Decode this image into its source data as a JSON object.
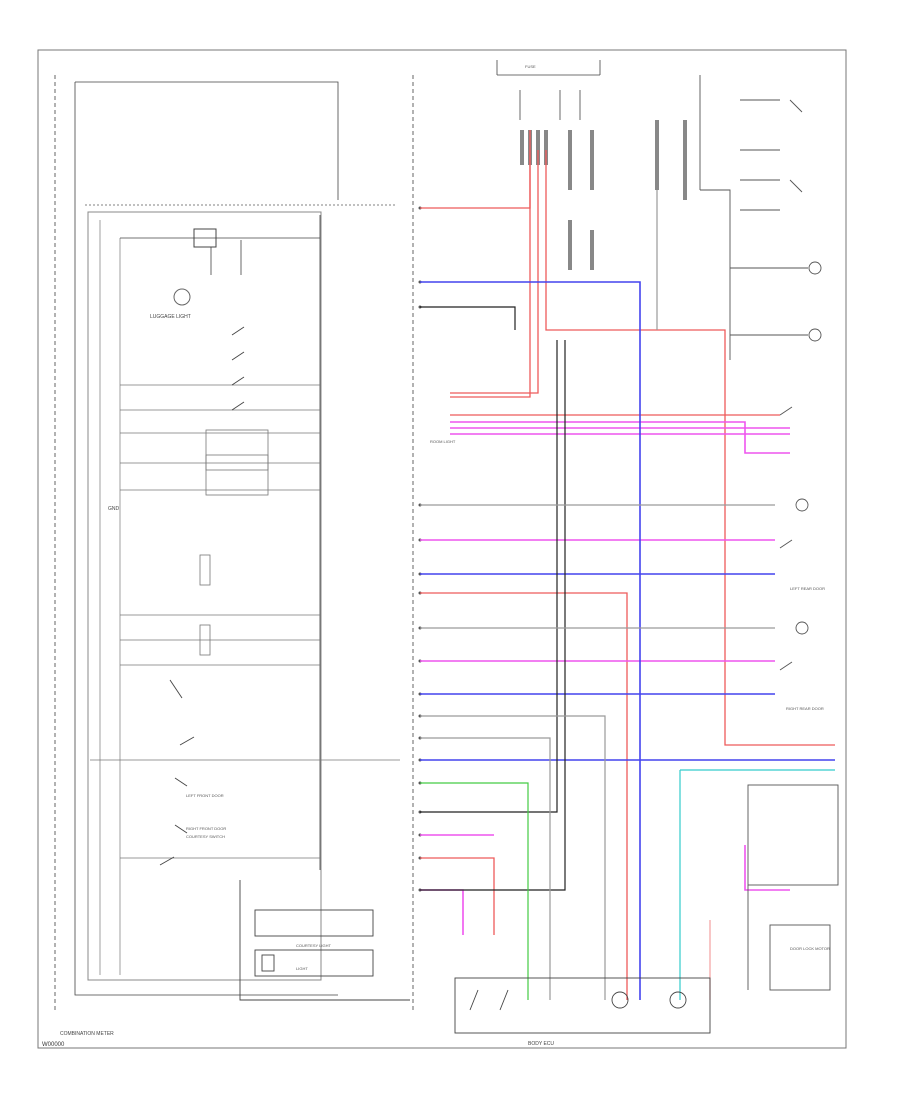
{
  "labels": {
    "combination_meter": "COMBINATION METER",
    "body_ecu": "BODY ECU",
    "light": "LIGHT",
    "fuse": "FUSE",
    "page_code": "W00000",
    "left_front_door": "LEFT FRONT DOOR",
    "right_front_door": "RIGHT FRONT DOOR",
    "courtesy_switch": "COURTESY SWITCH",
    "left_rear_door": "LEFT REAR DOOR",
    "right_rear_door": "RIGHT REAR DOOR",
    "luggage_light": "LUGGAGE LIGHT",
    "room_light": "ROOM LIGHT",
    "door_lock_motor": "DOOR LOCK MOTOR",
    "courtesy_light": "COURTESY LIGHT",
    "gnd": "GND"
  },
  "colors": {
    "red": "#ee5a5a",
    "blue": "#4444ee",
    "pink": "#ee55ee",
    "green": "#44cc44",
    "cyan": "#33cccc",
    "black": "#222222",
    "gray": "#9a9a9a"
  }
}
